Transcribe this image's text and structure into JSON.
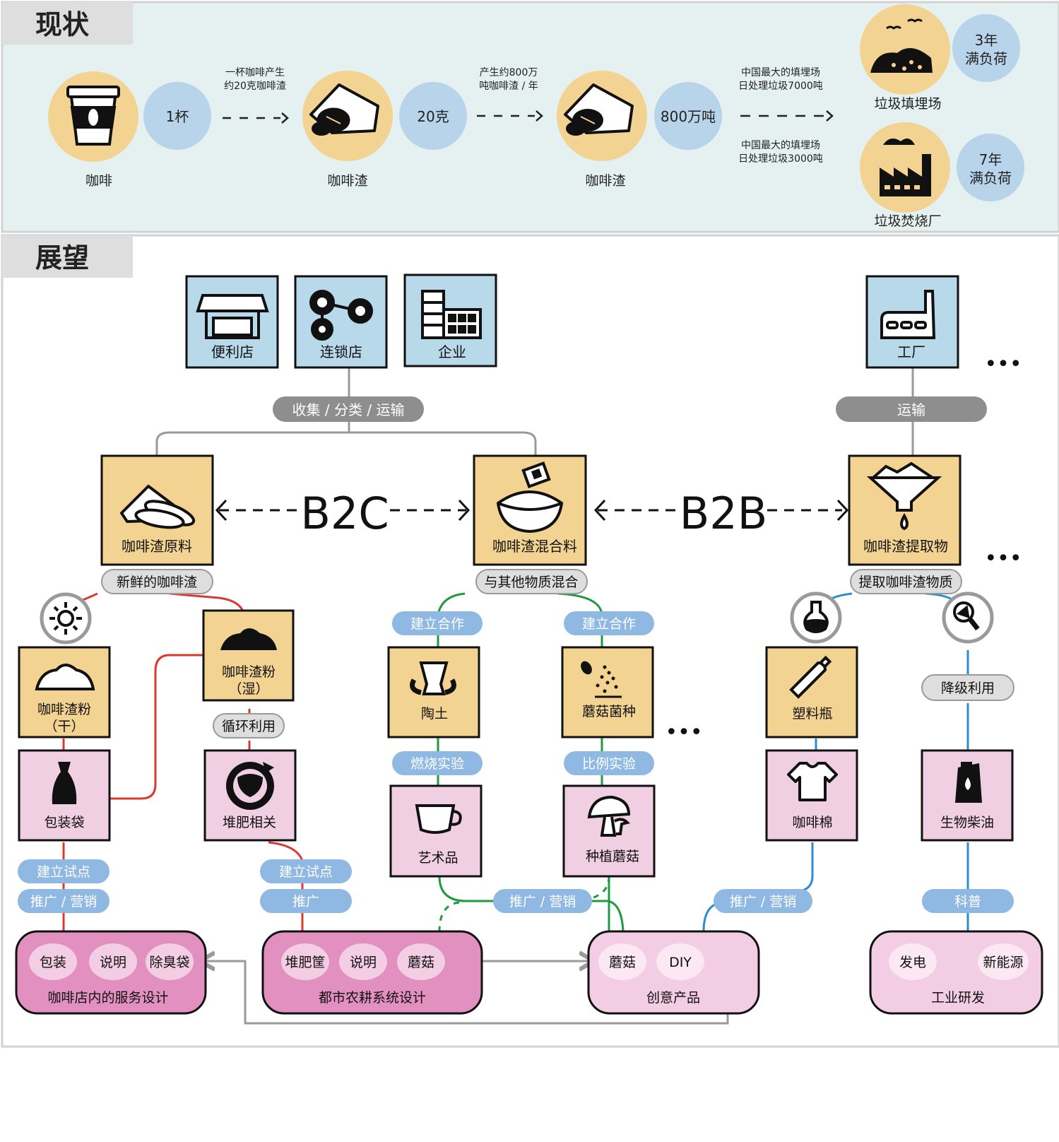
{
  "colors": {
    "current_bg": "#e4f1f0",
    "vision_bg": "#ffffff",
    "section_tab": "#dedede",
    "yellow": "#f3d391",
    "blue_circle": "#b7d4ea",
    "blue_box": "#b7d9ea",
    "pink_box": "#f0cfe2",
    "magenta": "#e290bf",
    "light_pink": "#f2cde3",
    "pill_blue": "#8fb9e2",
    "pill_gray": "#8e8e8e",
    "red_line": "#d83b2e",
    "green_line": "#1f9a3f",
    "blue_line": "#2b8fcf",
    "gray_line": "#9a9a9a"
  },
  "current": {
    "title": "现状",
    "items": [
      {
        "icon": "coffee-cup-icon",
        "label": "咖啡"
      },
      {
        "icon": "coffee-grounds-icon",
        "label": "咖啡渣"
      },
      {
        "icon": "coffee-grounds-icon",
        "label": "咖啡渣"
      }
    ],
    "amounts": [
      "1杯",
      "20克",
      "800万吨"
    ],
    "arrow_notes": [
      "一杯咖啡产生\n约20克咖啡渣",
      "产生约800万\n吨咖啡渣 / 年",
      "中国最大的填埋场\n日处理垃圾7000吨",
      "中国最大的填埋场\n日处理垃圾3000吨"
    ],
    "landfill": {
      "icon": "landfill-icon",
      "label": "垃圾填埋场",
      "load": "3年\n满负荷"
    },
    "incinerator": {
      "icon": "factory-smoke-icon",
      "label": "垃圾焚烧厂",
      "load": "7年\n满负荷"
    }
  },
  "vision": {
    "title": "展望",
    "sources": [
      {
        "icon": "store-icon",
        "label": "便利店"
      },
      {
        "icon": "chain-store-icon",
        "label": "连锁店"
      },
      {
        "icon": "company-building-icon",
        "label": "企业"
      },
      {
        "icon": "factory-icon",
        "label": "工厂"
      }
    ],
    "pill_collect": "收集 / 分类 / 运输",
    "pill_transport": "运输",
    "ellipsis": "•••",
    "b2c": "B2C",
    "b2b": "B2B",
    "mains": [
      {
        "icon": "grounds-raw-icon",
        "label": "咖啡渣原料",
        "tag": "新鲜的咖啡渣"
      },
      {
        "icon": "mix-bowl-icon",
        "label": "咖啡渣混合料",
        "tag": "与其他物质混合"
      },
      {
        "icon": "funnel-icon",
        "label": "咖啡渣提取物",
        "tag": "提取咖啡渣物质"
      }
    ],
    "round_icons": [
      "sun-dry-icon",
      "flask-icon",
      "magnifier-icon"
    ],
    "level2": {
      "dry": {
        "label": "咖啡渣粉\n（干）",
        "icon": "dry-powder-icon"
      },
      "wet": {
        "label": "咖啡渣粉\n（湿）",
        "icon": "wet-powder-icon",
        "tag": "循环利用"
      },
      "clay": {
        "label": "陶土",
        "icon": "clay-vase-icon"
      },
      "mushroom_seed": {
        "label": "蘑菇菌种",
        "icon": "spores-icon"
      },
      "bottle": {
        "label": "塑料瓶",
        "icon": "plastic-bottle-icon"
      }
    },
    "level3": {
      "bag": {
        "label": "包装袋",
        "icon": "bag-icon"
      },
      "compost": {
        "label": "堆肥相关",
        "icon": "compost-icon"
      },
      "art": {
        "label": "艺术品",
        "icon": "cup-icon"
      },
      "grow": {
        "label": "种植蘑菇",
        "icon": "mushroom-icon"
      },
      "cotton": {
        "label": "咖啡棉",
        "icon": "tshirt-icon"
      },
      "diesel": {
        "label": "生物柴油",
        "icon": "oil-can-icon"
      }
    },
    "pills": {
      "coop1": "建立合作",
      "coop2": "建立合作",
      "burn": "燃烧实验",
      "ratio": "比例实验",
      "downgrade": "降级利用",
      "pilot1": "建立试点",
      "promo1": "推广 / 营销",
      "pilot2": "建立试点",
      "promo2": "推广",
      "promo3": "推广 / 营销",
      "promo4": "推广 / 营销",
      "science": "科普"
    },
    "results": [
      {
        "title": "咖啡店内的服务设计",
        "chips": [
          "包装",
          "说明",
          "除臭袋"
        ]
      },
      {
        "title": "都市农耕系统设计",
        "chips": [
          "堆肥筐",
          "说明",
          "蘑菇"
        ]
      },
      {
        "title": "创意产品",
        "chips": [
          "蘑菇",
          "DIY"
        ]
      },
      {
        "title": "工业研发",
        "chips": [
          "发电",
          "新能源"
        ]
      }
    ]
  }
}
